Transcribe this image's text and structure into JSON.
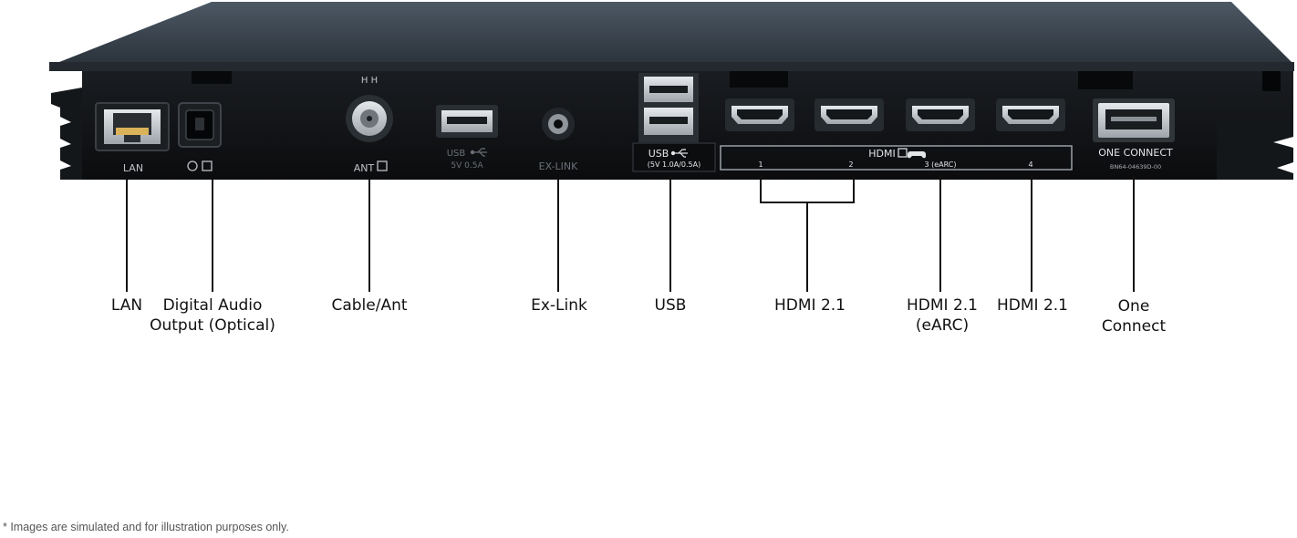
{
  "colors": {
    "chassis_top": "#3e4a55",
    "chassis_panel": "#0f1114",
    "port_metal": "#c8ccd0",
    "panel_print": "#bfc3c7",
    "leader_line": "#111111",
    "label_text": "#111111",
    "disclaimer_text": "#555555"
  },
  "device_print": {
    "lan": "LAN",
    "rf_symbol": "H H",
    "ant": "ANT",
    "usb_rear_1": "USB",
    "usb_rear_2": "5V 0.5A",
    "exlink": "EX-LINK",
    "usb_front_1": "USB",
    "usb_front_2": "(5V 1.0A/0.5A)",
    "hdmi_group": "HDMI",
    "hdmi_port_1": "1",
    "hdmi_port_2": "2",
    "hdmi_port_3": "3 (eARC)",
    "hdmi_port_4": "4",
    "one_connect": "ONE CONNECT",
    "model_code": "BN64-04639D-00"
  },
  "icons": [
    "lan-port-icon",
    "optical-port-icon",
    "coax-port-icon",
    "usb-port-icon",
    "ex-link-jack-icon",
    "hdmi-port-icon",
    "one-connect-port-icon",
    "usb-symbol-icon",
    "gamepad-icon"
  ],
  "callouts": {
    "lan": [
      "LAN"
    ],
    "optical": [
      "Digital Audio",
      "Output (Optical)"
    ],
    "cable": [
      "Cable/Ant"
    ],
    "exlink": [
      "Ex-Link"
    ],
    "usb": [
      "USB"
    ],
    "hdmi12": [
      "HDMI 2.1"
    ],
    "hdmi3": [
      "HDMI 2.1",
      "(eARC)"
    ],
    "hdmi4": [
      "HDMI 2.1"
    ],
    "oneconnect": [
      "One",
      "Connect"
    ]
  },
  "disclaimer": "* Images are simulated and for illustration purposes only."
}
